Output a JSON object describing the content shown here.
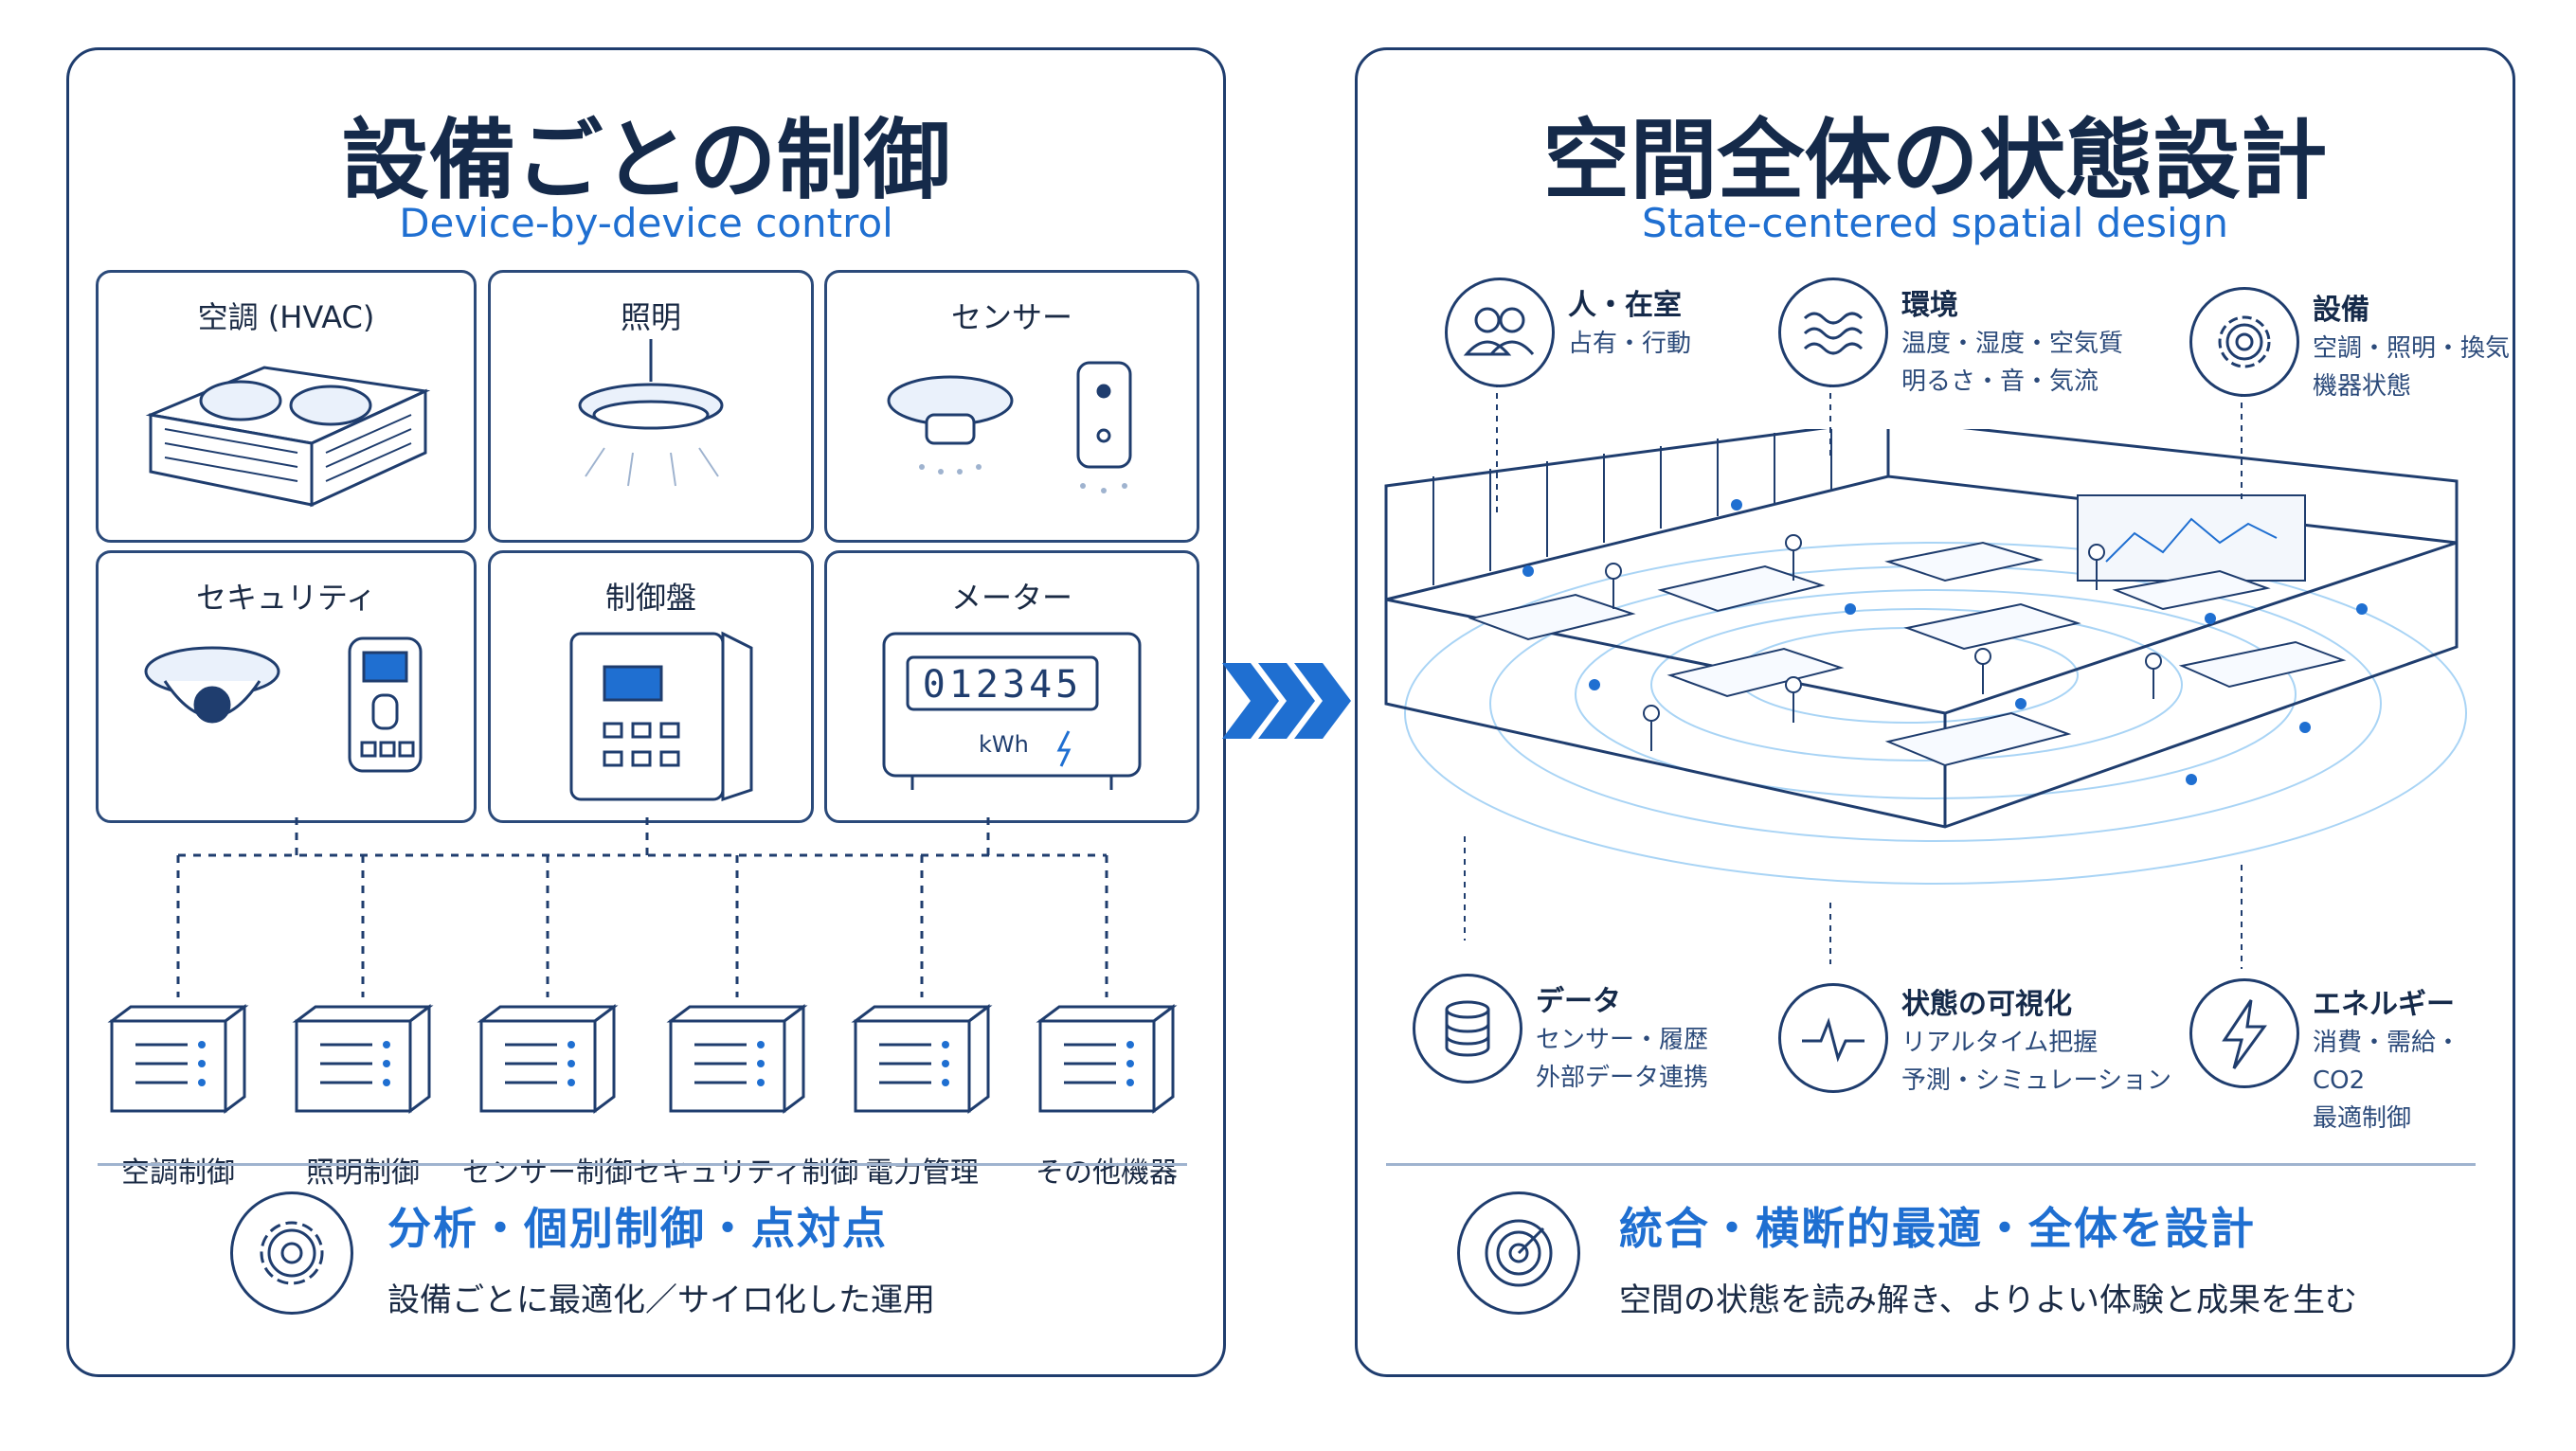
{
  "left": {
    "title": "設備ごとの制御",
    "subtitle": "Device-by-device control",
    "devices": [
      "空調 (HVAC)",
      "照明",
      "センサー",
      "セキュリティ",
      "制御盤",
      "メーター"
    ],
    "meter_reading": "012345",
    "meter_unit": "kWh",
    "modules": [
      "空調制御",
      "照明制御",
      "センサー制御",
      "セキュリティ制御",
      "電力管理",
      "その他機器"
    ],
    "footer_title": "分析・個別制御・点対点",
    "footer_desc": "設備ごとに最適化／サイロ化した運用"
  },
  "right": {
    "title": "空間全体の状態設計",
    "subtitle": "State-centered spatial design",
    "top": [
      {
        "title": "人・在室",
        "lines": [
          "占有・行動"
        ],
        "icon": "people-icon"
      },
      {
        "title": "環境",
        "lines": [
          "温度・湿度・空気質",
          "明るさ・音・気流"
        ],
        "icon": "waves-icon"
      },
      {
        "title": "設備",
        "lines": [
          "空調・照明・換気",
          "機器状態"
        ],
        "icon": "gear-icon"
      }
    ],
    "bottom": [
      {
        "title": "データ",
        "lines": [
          "センサー・履歴",
          "外部データ連携"
        ],
        "icon": "database-icon"
      },
      {
        "title": "状態の可視化",
        "lines": [
          "リアルタイム把握",
          "予測・シミュレーション"
        ],
        "icon": "pulse-icon"
      },
      {
        "title": "エネルギー",
        "lines": [
          "消費・需給・CO2",
          "最適制御"
        ],
        "icon": "lightning-icon"
      }
    ],
    "footer_title": "統合・横断的最適・全体を設計",
    "footer_desc": "空間の状態を読み解き、よりよい体験と成果を生む"
  },
  "colors": {
    "navy": "#1f3d6e",
    "accent": "#1f6fd1"
  }
}
